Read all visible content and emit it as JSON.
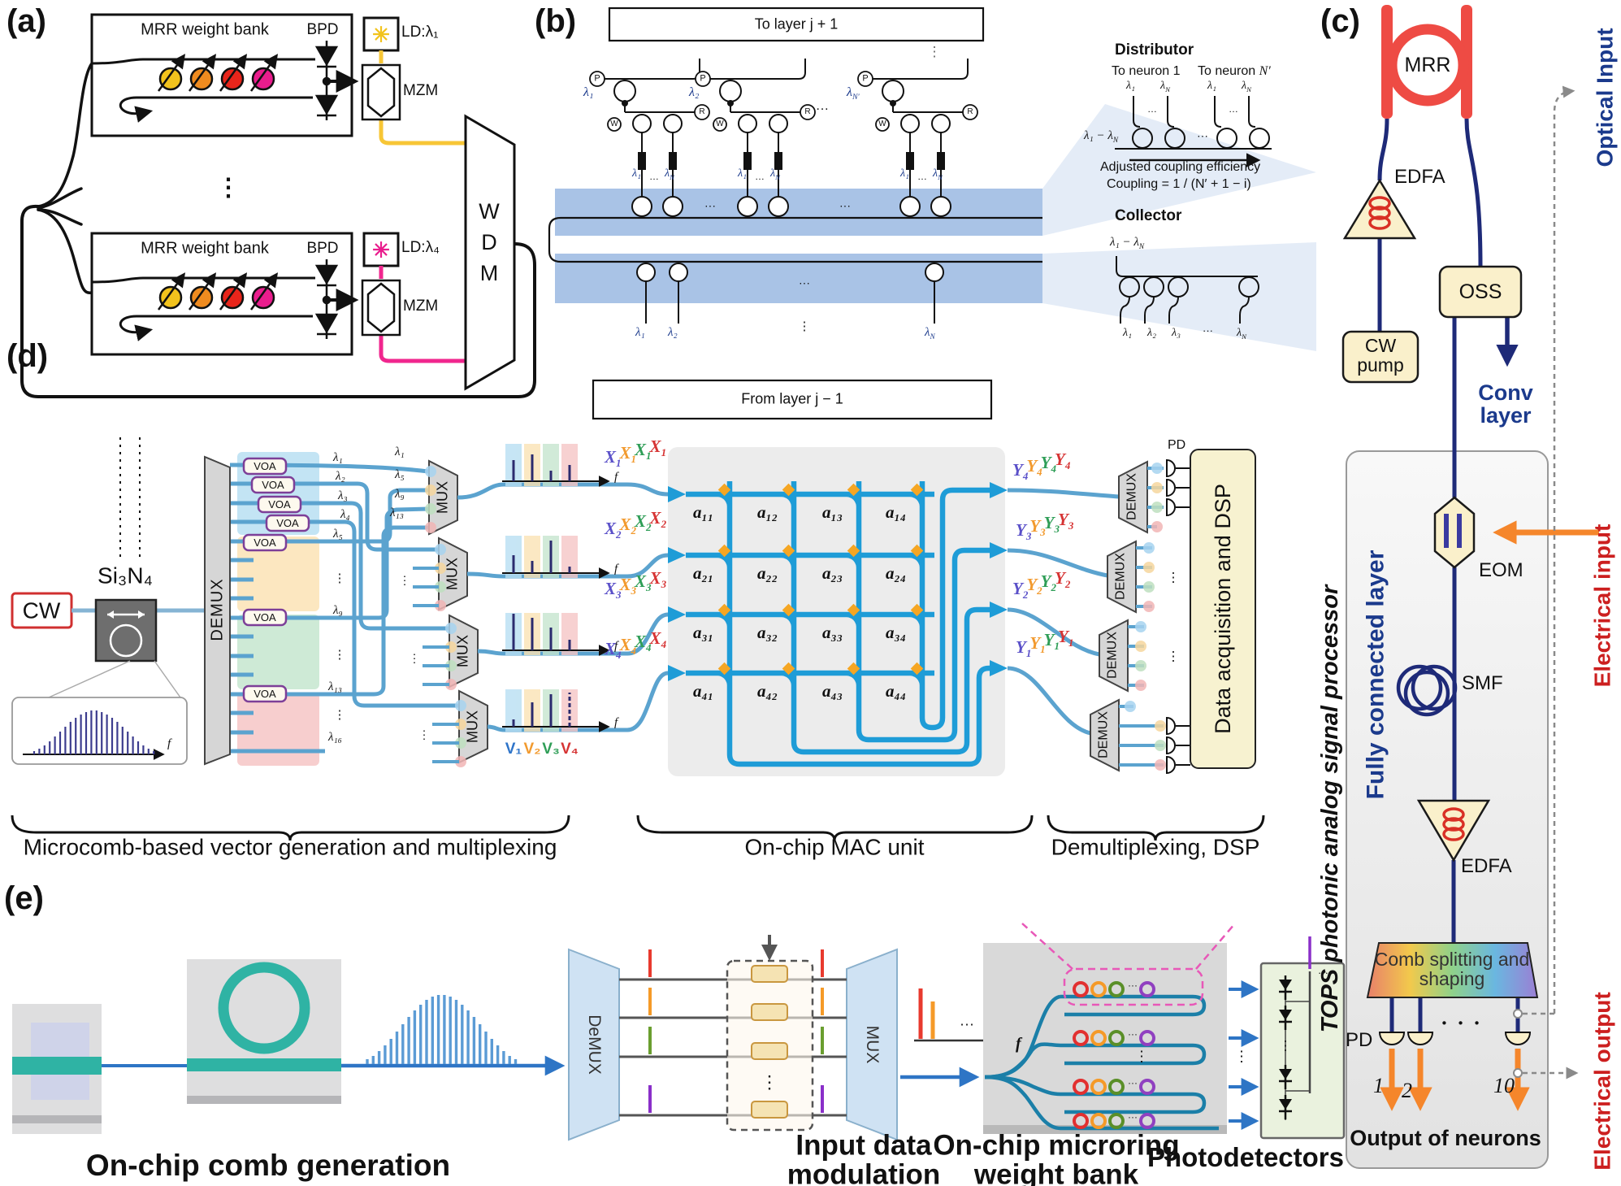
{
  "sym": {
    "lambda": "λ",
    "N": "N",
    "Np": "N′",
    "f": "f",
    "X": "X",
    "Y": "Y",
    "minus": "−",
    "vdots": "⋮",
    "hdots": "…",
    "cdots": "···",
    "bdots": "• • •"
  },
  "colors": {
    "ring_yellow": "#f2c31d",
    "ring_orange": "#ef8b1f",
    "ring_red": "#e8251b",
    "ring_magenta": "#e91d8d",
    "wire_yellow": "#f7c636",
    "wire_pink": "#f0268e",
    "band_blue": "#a9c3e6",
    "navy": "#1e2a78",
    "tan": "#faf0cb",
    "red_accent": "#ee4b44",
    "orange_accent": "#f5862b",
    "mac_blue": "#1e9cd7",
    "waveguide_blue": "#5ba3cf",
    "diamond_orange": "#f5a623",
    "teal": "#2fb3a4",
    "purple": "#8a2fc9",
    "text_navy": "#1b3a8c",
    "text_red": "#cc1f1f"
  },
  "panels": {
    "a": {
      "label": "(a)",
      "bank": "MRR weight bank",
      "bpd": "BPD",
      "ld1": "LD:λ₁",
      "ld4": "LD:λ₄",
      "mzm": "MZM",
      "wdm": "WDM",
      "star": "✳"
    },
    "b": {
      "label": "(b)",
      "to_layer": "To layer j + 1",
      "from_layer": "From layer j − 1",
      "p": "P",
      "w": "W",
      "r": "R",
      "l1": "λ₁",
      "l2": "λ₂",
      "l3": "λ₃",
      "distributor": "Distributor",
      "collector": "Collector",
      "to_n1": "To neuron 1",
      "to_nN": "To neuron ",
      "adjusted": "Adjusted coupling efficiency",
      "coupling": "Coupling = 1 / (N′ + 1 − i)"
    },
    "c": {
      "label": "(c)",
      "mrr": "MRR",
      "edfa": "EDFA",
      "oss": "OSS",
      "cw_pump": "CW pump",
      "conv": "Conv layer",
      "optical_input": "Optical Input",
      "fully": "Fully connected layer",
      "eom": "EOM",
      "smf": "SMF",
      "comb": "Comb splitting and shaping",
      "pd": "PD",
      "n1": "1",
      "n2": "2",
      "n10": "10",
      "out": "Output of neurons",
      "tops": "TOPS photonic analog signal processor",
      "e_in": "Electrical input",
      "e_out": "Electrical output"
    },
    "d": {
      "label": "(d)",
      "cw": "CW",
      "si": "Si₃N₄",
      "demux": "DEMUX",
      "voa": "VOA",
      "mux": "MUX",
      "l": {
        "1": "λ₁",
        "2": "λ₂",
        "3": "λ₃",
        "4": "λ₄",
        "5": "λ₅",
        "9": "λ₉",
        "13": "λ₁₃",
        "16": "λ₁₆"
      },
      "v": [
        "V₁",
        "V₂",
        "V₃",
        "V₄"
      ],
      "xs": [
        "1",
        "2",
        "3",
        "4"
      ],
      "ys": [
        "4",
        "3",
        "2",
        "1"
      ],
      "am": [
        "a₁₁",
        "a₁₂",
        "a₁₃",
        "a₁₄",
        "a₂₁",
        "a₂₂",
        "a₂₃",
        "a₂₄",
        "a₃₁",
        "a₃₂",
        "a₃₃",
        "a₃₄",
        "a₄₁",
        "a₄₂",
        "a₄₃",
        "a₄₄"
      ],
      "pd": "PD",
      "dsp": "Data acquisition and DSP",
      "b1": "Microcomb-based vector generation and multiplexing",
      "b2": "On-chip MAC unit",
      "b3": "Demultiplexing, DSP"
    },
    "e": {
      "label": "(e)",
      "cap1": "On-chip comb generation",
      "demux": "DeMUX",
      "mux": "MUX",
      "cap2": "Input data modulation",
      "cap3": "On-chip microring weight bank",
      "cap4": "Photodetectors"
    }
  }
}
